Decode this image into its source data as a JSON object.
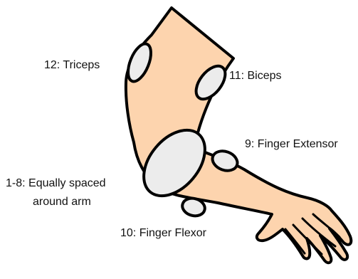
{
  "colors": {
    "skin": "#fdd4ae",
    "outline": "#000000",
    "electrode_fill": "#ececec",
    "background": "#ffffff"
  },
  "labels": {
    "triceps": "12: Triceps",
    "biceps": "11: Biceps",
    "finger_extensor": "9: Finger Extensor",
    "equally_spaced_line1": "1-8:  Equally spaced",
    "equally_spaced_line2": "around arm",
    "finger_flexor": "10: Finger Flexor"
  }
}
